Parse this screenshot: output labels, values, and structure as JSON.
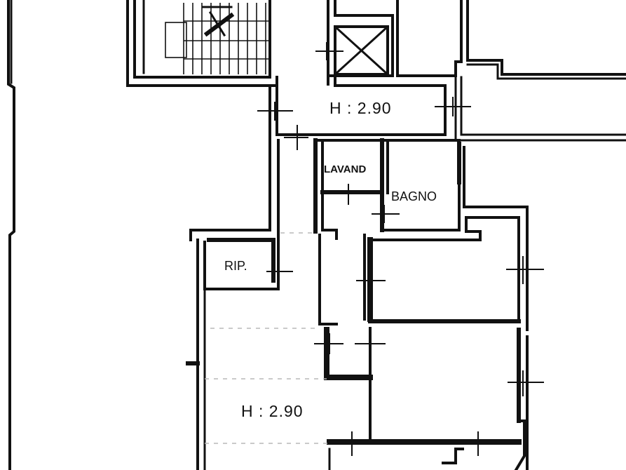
{
  "rooms": {
    "height_top": "H : 2.90",
    "height_bottom": "H : 2.90",
    "laundry": "LAVAND",
    "bathroom": "BAGNO",
    "storage": "RIP."
  }
}
